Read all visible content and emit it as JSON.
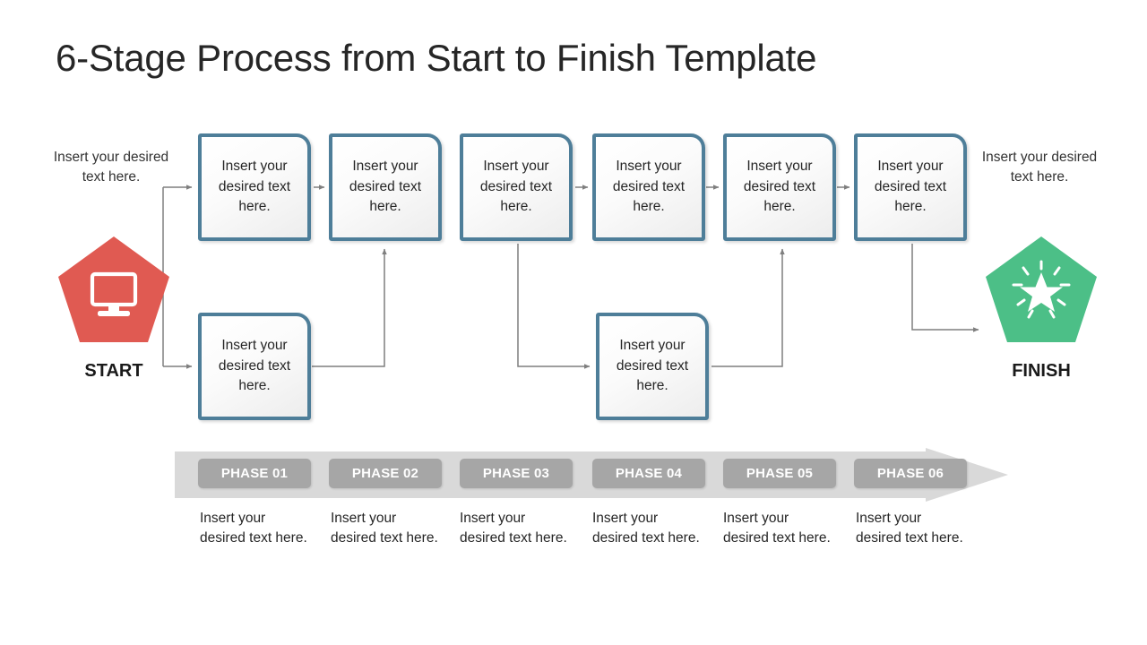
{
  "title": "6-Stage Process from Start to Finish Template",
  "placeholder_text": "Insert your desired text here.",
  "colors": {
    "start_pentagon": "#E05A52",
    "finish_pentagon": "#4CBF87",
    "box_border": "#4E7E99",
    "phase_chip": "#A6A6A6",
    "phase_bar": "#D9D9D9",
    "connector": "#7F7F7F",
    "title_text": "#262626"
  },
  "start": {
    "label": "START",
    "note": "Insert your desired text here.",
    "icon": "monitor-icon"
  },
  "finish": {
    "label": "FINISH",
    "note": "Insert your desired text here.",
    "icon": "starburst-icon"
  },
  "process_boxes": [
    {
      "id": "box-1",
      "text": "Insert your desired text here."
    },
    {
      "id": "box-2",
      "text": "Insert your desired text here."
    },
    {
      "id": "box-3",
      "text": "Insert your desired text here."
    },
    {
      "id": "box-4",
      "text": "Insert your desired text here."
    },
    {
      "id": "box-5",
      "text": "Insert your desired text here."
    },
    {
      "id": "box-6",
      "text": "Insert your desired text here."
    },
    {
      "id": "box-lower-left",
      "text": "Insert your desired text here."
    },
    {
      "id": "box-lower-mid",
      "text": "Insert your desired text here."
    }
  ],
  "phases": [
    {
      "label": "PHASE 01",
      "caption": "Insert your desired text here."
    },
    {
      "label": "PHASE 02",
      "caption": "Insert your desired text here."
    },
    {
      "label": "PHASE 03",
      "caption": "Insert your desired text here."
    },
    {
      "label": "PHASE 04",
      "caption": "Insert your desired text here."
    },
    {
      "label": "PHASE 05",
      "caption": "Insert your desired text here."
    },
    {
      "label": "PHASE 06",
      "caption": "Insert your desired text here."
    }
  ]
}
